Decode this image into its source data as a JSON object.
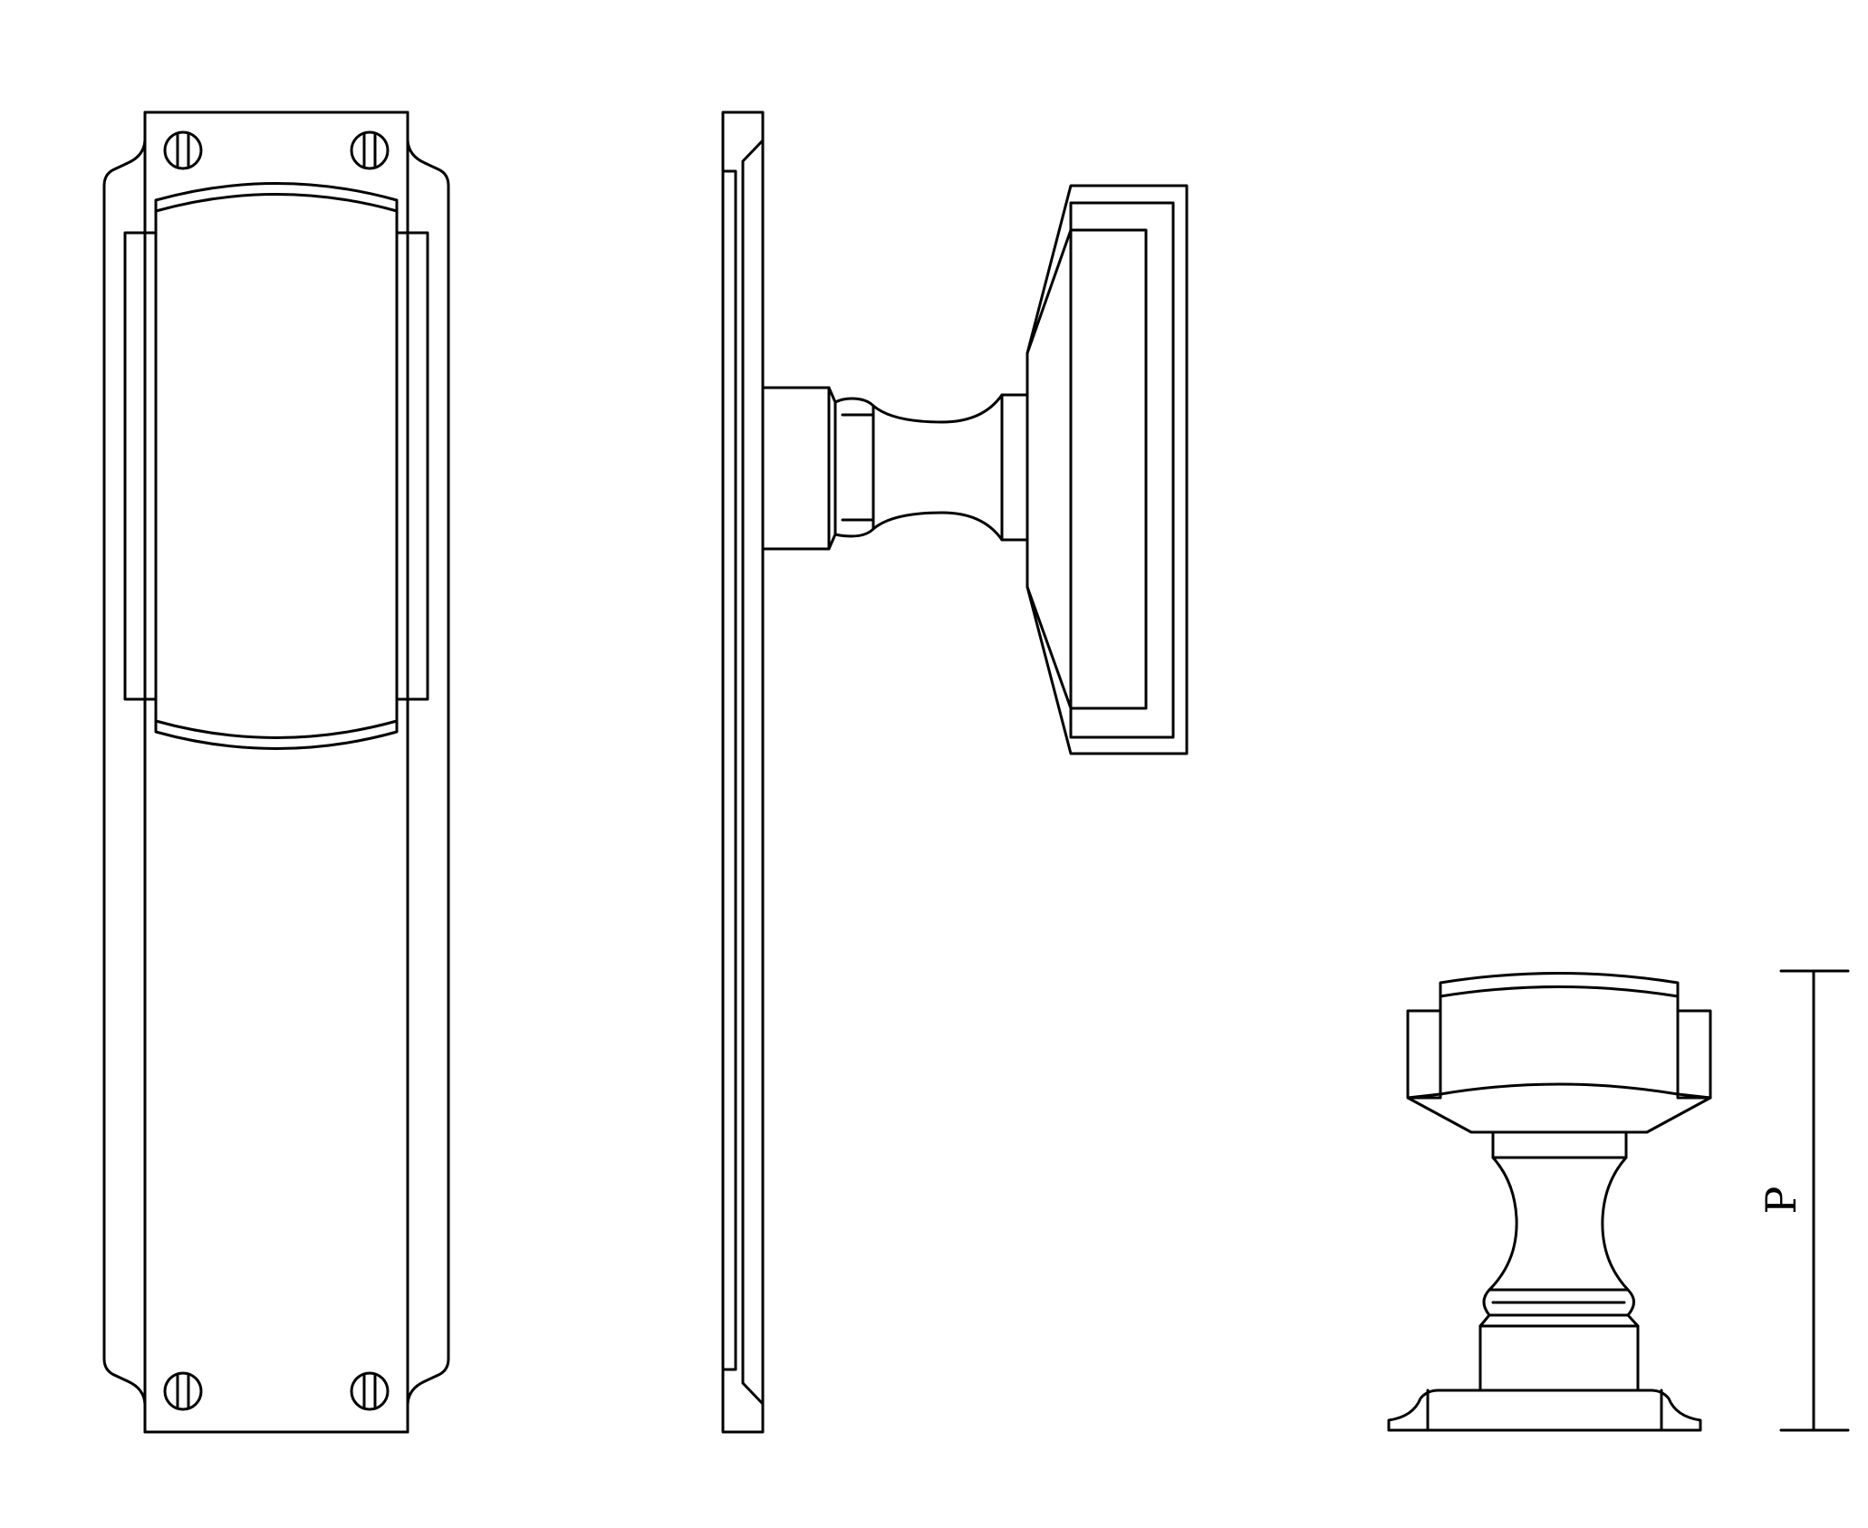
{
  "dimension": {
    "label": "P"
  },
  "colors": {
    "line": "#000000",
    "background": "#ffffff"
  },
  "views": [
    "front-view",
    "side-view",
    "knob-end-view"
  ]
}
